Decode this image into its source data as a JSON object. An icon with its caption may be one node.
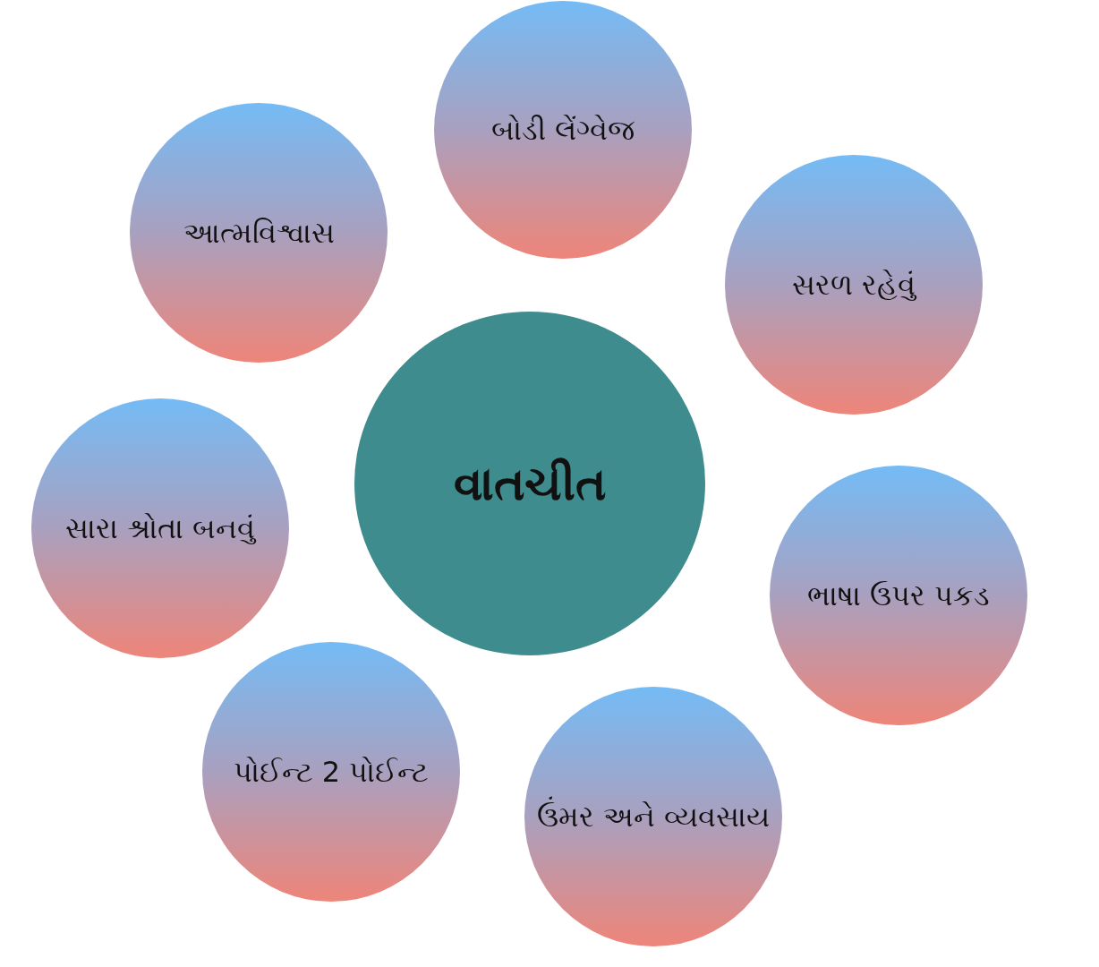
{
  "diagram": {
    "nodes": [
      {
        "text": [
          "બોડી લેંગ્વેજ"
        ]
      },
      {
        "text": [
          "આત્મવિશ્વાસ"
        ]
      },
      {
        "text": [
          "સરળ રહેવું"
        ]
      },
      {
        "text": [
          "વાતચીત"
        ]
      },
      {
        "text": [
          "સારા શ્રોતા બનવું"
        ]
      },
      {
        "text": [
          "ભાષા ઉપર પકડ"
        ]
      },
      {
        "text": [
          "પોઈન્ટ 2 પોઈન્ટ"
        ]
      },
      {
        "text": [
          "ઉંમર અને વ્યવસાય"
        ]
      }
    ]
  }
}
